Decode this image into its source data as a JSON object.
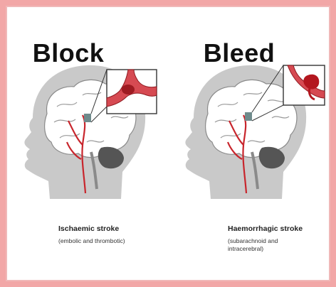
{
  "left": {
    "heading": "Block",
    "caption_title": "Ischaemic stroke",
    "caption_sub": "(embolic and thrombotic)"
  },
  "right": {
    "heading": "Bleed",
    "caption_title": "Haemorrhagic stroke",
    "caption_sub": "(subarachnoid and intracerebral)"
  },
  "colors": {
    "frame": "#f2a7a7",
    "head": "#c9c9c9",
    "brain": "#ffffff",
    "artery": "#c8252c",
    "cerebellum": "#555555"
  }
}
